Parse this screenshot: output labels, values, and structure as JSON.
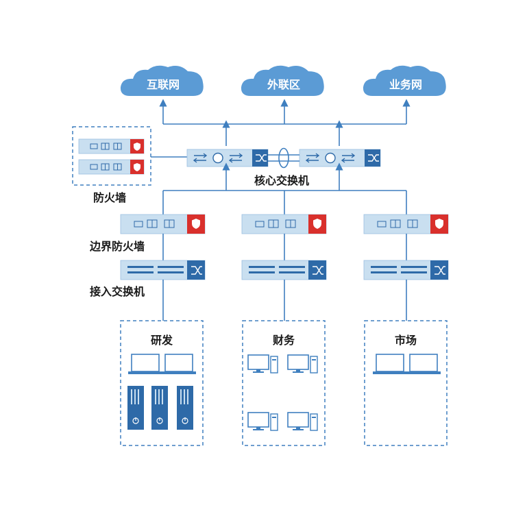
{
  "clouds": [
    {
      "id": "internet",
      "label": "互联网"
    },
    {
      "id": "extranet",
      "label": "外联区"
    },
    {
      "id": "business",
      "label": "业务网"
    }
  ],
  "labels": {
    "core_switch": "核心交换机",
    "firewall": "防火墙",
    "border_firewall": "边界防火墙",
    "access_switch": "接入交换机"
  },
  "zones": [
    {
      "id": "rnd",
      "label": "研发",
      "devices": [
        "laptop",
        "laptop",
        "server",
        "server",
        "server"
      ]
    },
    {
      "id": "finance",
      "label": "财务",
      "devices": [
        "desktop",
        "desktop",
        "desktop",
        "desktop"
      ]
    },
    {
      "id": "market",
      "label": "市场",
      "devices": [
        "laptop",
        "laptop"
      ]
    }
  ],
  "colors": {
    "cloud": "#5b9bd5",
    "device_body": "#c9dff0",
    "device_dark": "#2e6aa8",
    "firewall_red": "#d9302c",
    "line": "#3f7fbf",
    "dashed_border": "#3f7fbf"
  }
}
